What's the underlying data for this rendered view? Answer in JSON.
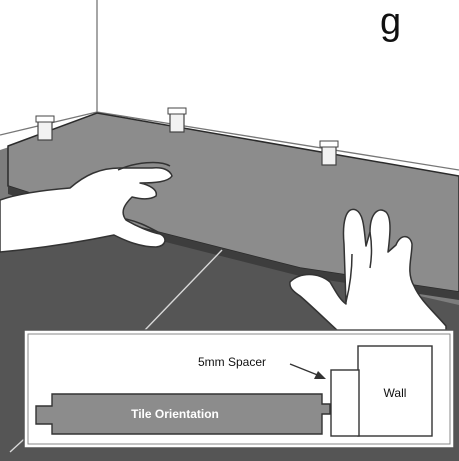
{
  "header_fragment": "g",
  "inset": {
    "spacer_label": "5mm Spacer",
    "wall_label": "Wall",
    "tile_label": "Tile Orientation"
  },
  "colors": {
    "floor_dark": "#555555",
    "plank": "#8c8c8c",
    "plank_edge": "#2b2b2b",
    "hand_fill": "#ffffff",
    "hand_line": "#333333"
  }
}
